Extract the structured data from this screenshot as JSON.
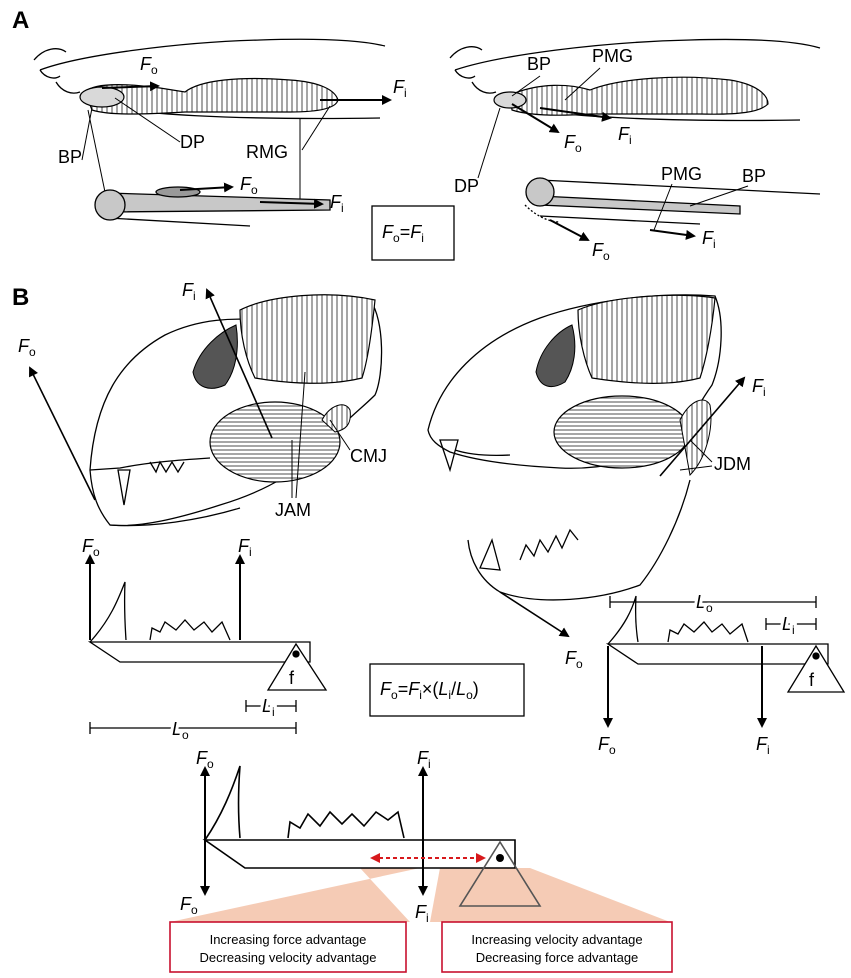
{
  "panels": {
    "a": "A",
    "b": "B"
  },
  "symbols": {
    "F": "F",
    "L": "L",
    "o": "o",
    "i": "i"
  },
  "labels": {
    "bp": "BP",
    "dp": "DP",
    "rmg": "RMG",
    "pmg": "PMG",
    "cmj": "CMJ",
    "jam": "JAM",
    "jdm": "JDM",
    "fulcrum": "f"
  },
  "equations": {
    "eq1_lhs": "F",
    "eq1_eq": "=",
    "eq1_rhs": "F",
    "eq2_lhs": "F",
    "eq2_eq": "=",
    "eq2_times": "×(",
    "eq2_div": "/",
    "eq2_close": ")"
  },
  "legend": {
    "left_line1": "Increasing force advantage",
    "left_line2": "Decreasing velocity advantage",
    "right_line1": "Increasing velocity advantage",
    "right_line2": "Decreasing force advantage"
  },
  "colors": {
    "muscle_fill": "#ffffff",
    "bar_fill": "#c8c8c8",
    "eye_fill": "#555555",
    "triangle_fill": "#f3c2a8",
    "legend_border": "#c8102e",
    "dashed_arrow": "#d7191c"
  }
}
